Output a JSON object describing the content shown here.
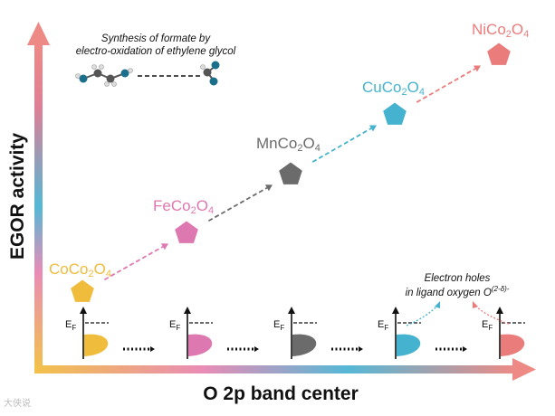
{
  "axes": {
    "y_label": "EGOR activity",
    "x_label": "O 2p band center"
  },
  "notes": {
    "synthesis_line1": "Synthesis of formate by",
    "synthesis_line2": "electro-oxidation of ethylene glycol",
    "holes_line1": "Electron holes",
    "holes_line2_main": "in ligand oxygen O",
    "holes_line2_sup": "(2-δ)-"
  },
  "compounds": [
    {
      "metal": "Co",
      "name_prefix": "CoCo",
      "sub1": "2",
      "mid": "O",
      "sub2": "4",
      "color": "#f0bc3c"
    },
    {
      "metal": "Fe",
      "name_prefix": "FeCo",
      "sub1": "2",
      "mid": "O",
      "sub2": "4",
      "color": "#de78b0"
    },
    {
      "metal": "Mn",
      "name_prefix": "MnCo",
      "sub1": "2",
      "mid": "O",
      "sub2": "4",
      "color": "#6b6b6b"
    },
    {
      "metal": "Cu",
      "name_prefix": "CuCo",
      "sub1": "2",
      "mid": "O",
      "sub2": "4",
      "color": "#45b3cf"
    },
    {
      "metal": "Ni",
      "name_prefix": "NiCo",
      "sub1": "2",
      "mid": "O",
      "sub2": "4",
      "color": "#ea7c7c"
    }
  ],
  "fermi_level": {
    "letter": "E",
    "sub": "F"
  },
  "watermark": "大侠说"
}
